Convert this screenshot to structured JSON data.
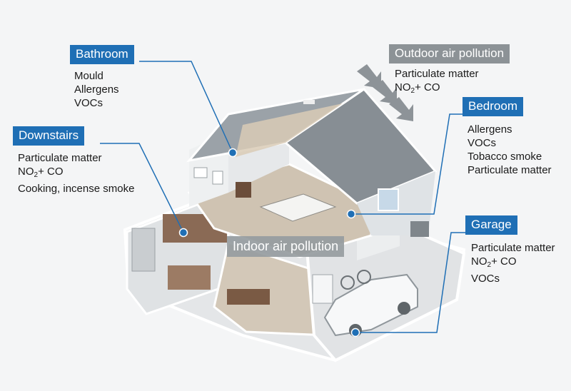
{
  "callouts": {
    "bathroom": {
      "title": "Bathroom",
      "items": [
        "Mould",
        "Allergens",
        "VOCs"
      ]
    },
    "downstairs": {
      "title": "Downstairs",
      "items": [
        "Particulate matter",
        "NO2+ CO",
        "Cooking, incense smoke"
      ]
    },
    "outdoor": {
      "title": "Outdoor air pollution",
      "items": [
        "Particulate matter",
        "NO2+ CO"
      ]
    },
    "bedroom": {
      "title": "Bedroom",
      "items": [
        "Allergens",
        "VOCs",
        "Tobacco smoke",
        "Particulate matter"
      ]
    },
    "garage": {
      "title": "Garage",
      "items": [
        "Particulate matter",
        "NO2+ CO",
        "VOCs"
      ]
    },
    "indoor": {
      "title": "Indoor air pollution"
    }
  },
  "colors": {
    "accent_blue": "#1f6fb5",
    "label_gray": "#8c9296",
    "roof": "#8e959b",
    "wall": "#e9ebec",
    "floor": "#d6d9db"
  }
}
